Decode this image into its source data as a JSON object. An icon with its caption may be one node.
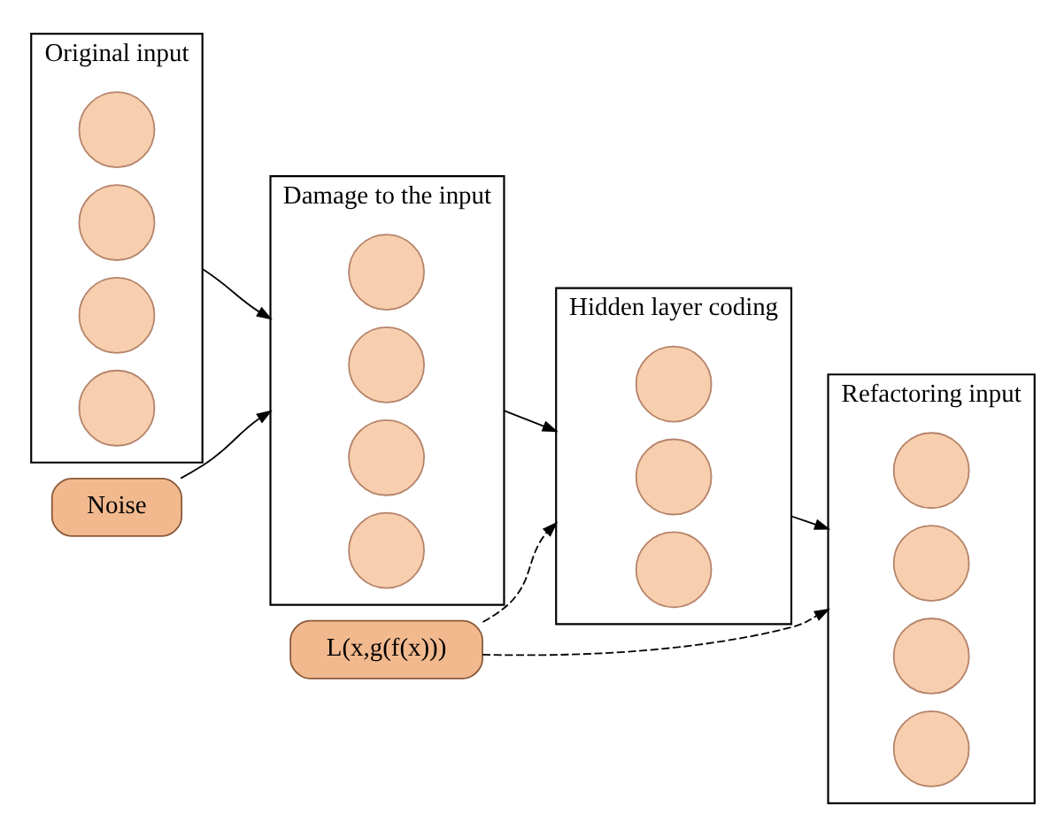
{
  "diagram": {
    "nodes": [
      {
        "text": [
          "Original input"
        ]
      },
      {
        "text": [],
        "shape": "circle",
        "in": 0
      },
      {
        "text": [],
        "shape": "circle",
        "in": 0
      },
      {
        "text": [],
        "shape": "circle",
        "in": 0
      },
      {
        "text": [],
        "shape": "circle",
        "in": 0
      },
      {
        "text": [
          "Damage to the input"
        ]
      },
      {
        "text": [],
        "shape": "circle",
        "in": 5
      },
      {
        "text": [],
        "shape": "circle",
        "in": 5
      },
      {
        "text": [],
        "shape": "circle",
        "in": 5
      },
      {
        "text": [],
        "shape": "circle",
        "in": 5
      },
      {
        "text": [
          "Hidden layer coding"
        ]
      },
      {
        "text": [],
        "shape": "circle",
        "in": 10
      },
      {
        "text": [],
        "shape": "circle",
        "in": 10
      },
      {
        "text": [],
        "shape": "circle",
        "in": 10
      },
      {
        "text": [
          "Refactoring input"
        ]
      },
      {
        "text": [],
        "shape": "circle",
        "in": 14
      },
      {
        "text": [],
        "shape": "circle",
        "in": 14
      },
      {
        "text": [],
        "shape": "circle",
        "in": 14
      },
      {
        "text": [],
        "shape": "circle",
        "in": 14
      },
      {
        "text": [
          "Noise"
        ]
      },
      {
        "text": [
          "L(x,g(f(x)))"
        ]
      }
    ],
    "edges": [
      {
        "from": 0,
        "to": 5,
        "arrow": "to"
      },
      {
        "from": 19,
        "to": 5,
        "arrow": "to"
      },
      {
        "from": 5,
        "to": 10,
        "arrow": "to"
      },
      {
        "from": 10,
        "to": 14,
        "arrow": "to"
      },
      {
        "from": 20,
        "to": 10,
        "arrow": "to",
        "style": "dashed"
      },
      {
        "from": 20,
        "to": 14,
        "arrow": "to",
        "style": "dashed"
      }
    ]
  }
}
